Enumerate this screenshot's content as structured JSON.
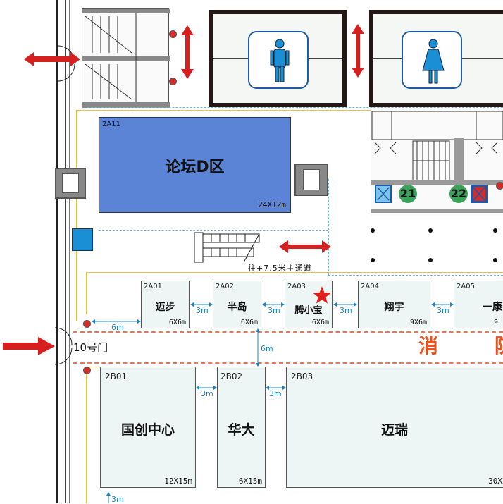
{
  "colors": {
    "booth_fill": "#eef6f5",
    "forum_fill": "#5b84d6",
    "dimension_text": "#1a86c8",
    "arrow_red": "#d62020",
    "aisle_yellow": "#f2c13a",
    "fire_text": "#e8531f",
    "restroom_blue": "#1f5aa6",
    "stair_green": "#3aa35a"
  },
  "icons": {
    "men_restroom": "male-person-icon",
    "women_restroom": "female-person-icon",
    "highlight": "red-star-icon",
    "door_marker": "red-arrow-icon"
  },
  "forum": {
    "id": "2A11",
    "name": "论坛D区",
    "size": "24X12m"
  },
  "main_aisle_label": "往+7.5米主通道",
  "gate_label": "10号门",
  "fire_lane_text": [
    "消",
    "防"
  ],
  "stair_numbers": [
    "21",
    "22"
  ],
  "booths_row_a": [
    {
      "id": "2A01",
      "name": "迈步",
      "size": "6X6m"
    },
    {
      "id": "2A02",
      "name": "半岛",
      "size": "6X6m"
    },
    {
      "id": "2A03",
      "name": "腾小宝",
      "size": "6X6m"
    },
    {
      "id": "2A04",
      "name": "翔宇",
      "size": "9X6m"
    },
    {
      "id": "2A05",
      "name": "一康",
      "size": "9"
    }
  ],
  "booths_row_b": [
    {
      "id": "2B01",
      "name": "国创中心",
      "size": "12X15m"
    },
    {
      "id": "2B02",
      "name": "华大",
      "size": "6X15m"
    },
    {
      "id": "2B03",
      "name": "迈瑞",
      "size": "30X"
    }
  ],
  "dimensions": {
    "gap_3m": "3m",
    "gap_6m": "6m"
  }
}
